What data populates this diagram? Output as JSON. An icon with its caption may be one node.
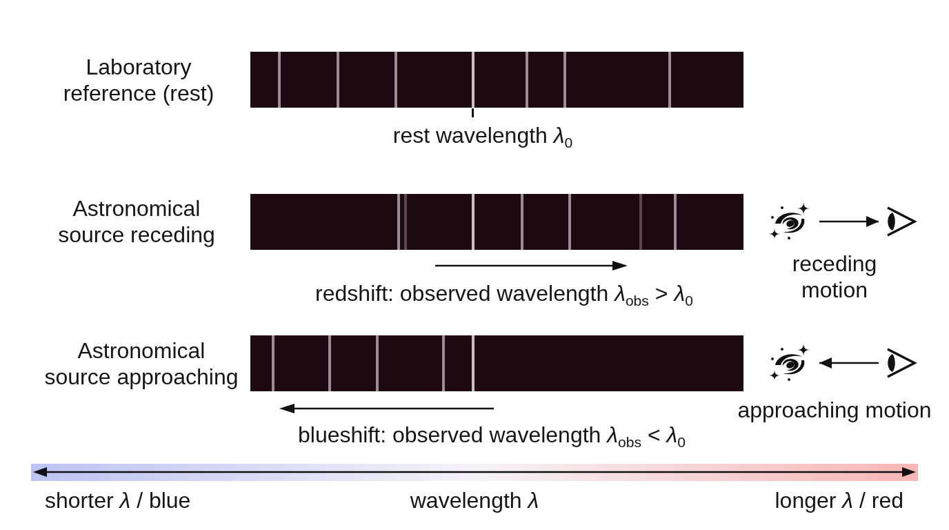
{
  "diagram": {
    "nodes": [
      {
        "text": [],
        "shape": "picture"
      },
      {
        "text": [],
        "shape": "picture"
      },
      {
        "text": [],
        "shape": "picture"
      },
      {
        "text": [],
        "shape": "picture"
      }
    ],
    "edges": [
      {
        "from": 0,
        "to": 1,
        "arrow": "to"
      },
      {
        "from": 3,
        "to": 2,
        "arrow": "to"
      }
    ],
    "labels": [
      "Laboratory reference (rest)",
      "rest wavelength *λ*$_{0}$",
      "Astronomical source receding",
      "redshift: observed wavelength *λ*$_{obs}$ > *λ*$_{0}$",
      "receding motion",
      "Astronomical source approaching",
      "approaching motion",
      "blueshift: observed wavelength *λ*$_{obs}$ < *λ*$_{0}$",
      "shorter *λ* / blue",
      "wavelength *λ*",
      "longer *λ* / red"
    ]
  }
}
